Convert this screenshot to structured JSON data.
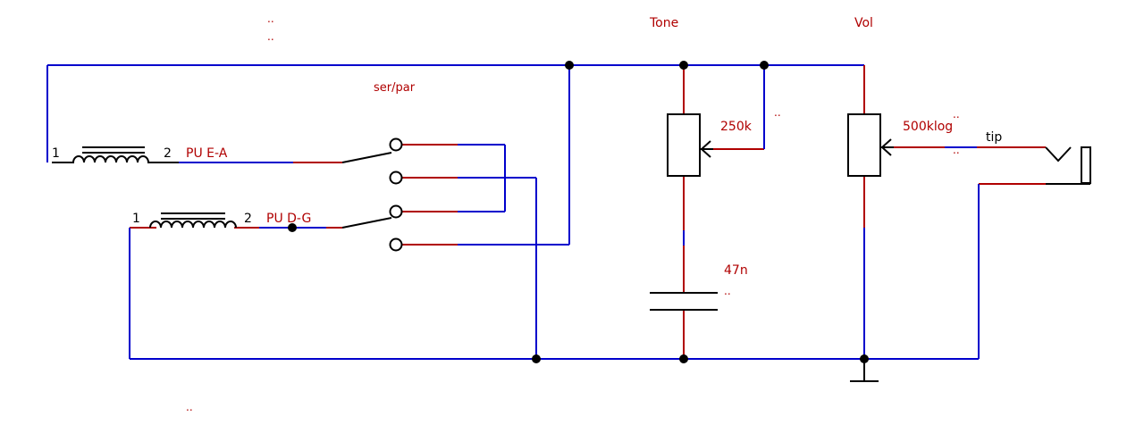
{
  "colors": {
    "wire_blue": "#0000cc",
    "wire_red": "#b00000",
    "component": "#000000",
    "label_red": "#b00000",
    "label_black": "#000000"
  },
  "labels": {
    "tone": "Tone",
    "vol": "Vol",
    "switch": "ser/par",
    "tone_pot": "250k",
    "vol_pot": "500klog",
    "cap": "47n",
    "tip": "tip",
    "pickup_a": "PU E-A",
    "pickup_b": "PU D-G",
    "pin1_a": "1",
    "pin2_a": "2",
    "pin1_b": "1",
    "pin2_b": "2"
  },
  "dots": {
    "d1": "..",
    "d2": "..",
    "d3": "..",
    "d4": "..",
    "d5": "..",
    "d6": "..",
    "d7": "..",
    "d8": ".."
  },
  "icons": {
    "ground": "ground-icon",
    "jack": "jack-icon",
    "capacitor": "capacitor-icon",
    "potentiometer": "potentiometer-icon",
    "pickup": "pickup-coil-icon",
    "switch_contact": "switch-contact-icon"
  }
}
